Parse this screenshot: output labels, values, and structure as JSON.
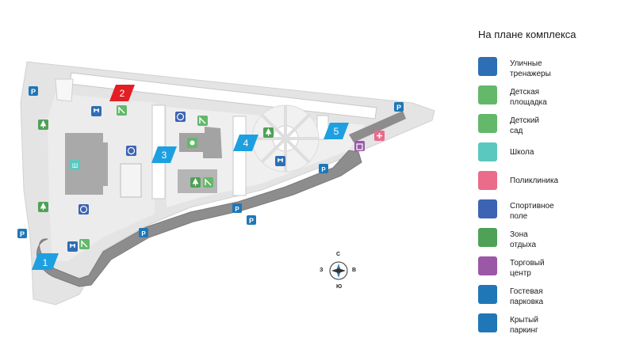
{
  "legend": {
    "title": "На плане комплекса",
    "items": [
      {
        "icon": "workout-equipment-icon",
        "color": "#2e6eb5",
        "line1": "Уличные",
        "line2": "тренажеры"
      },
      {
        "icon": "playground-slide-icon",
        "color": "#63b86a",
        "line1": "Детская",
        "line2": "площадка"
      },
      {
        "icon": "kindergarten-bear-icon",
        "color": "#63b86a",
        "line1": "Детский",
        "line2": "сад"
      },
      {
        "icon": "school-book-icon",
        "color": "#5bc8c0",
        "line1": "Школа",
        "line2": ""
      },
      {
        "icon": "clinic-cross-icon",
        "color": "#ea6b8a",
        "line1": "Поликлиника",
        "line2": ""
      },
      {
        "icon": "sports-field-ball-icon",
        "color": "#3d63b3",
        "line1": "Спортивное",
        "line2": "поле"
      },
      {
        "icon": "recreation-tree-icon",
        "color": "#4fa156",
        "line1": "Зона",
        "line2": "отдыха"
      },
      {
        "icon": "shopping-bag-icon",
        "color": "#9b58a6",
        "line1": "Торговый",
        "line2": "центр"
      },
      {
        "icon": "guest-parking-icon",
        "color": "#1f77b7",
        "line1": "Гостевая",
        "line2": "парковка"
      },
      {
        "icon": "covered-parking-icon",
        "color": "#1f77b7",
        "line1": "Крытый",
        "line2": "паркинг"
      }
    ]
  },
  "buildings": [
    {
      "number": "1",
      "color": "#1ea0e0",
      "highlighted": false
    },
    {
      "number": "2",
      "color": "#e31e24",
      "highlighted": true
    },
    {
      "number": "3",
      "color": "#1ea0e0",
      "highlighted": false
    },
    {
      "number": "4",
      "color": "#1ea0e0",
      "highlighted": false
    },
    {
      "number": "5",
      "color": "#1ea0e0",
      "highlighted": false
    }
  ],
  "compass": {
    "north": "С",
    "south": "Ю",
    "west": "З",
    "east": "В"
  },
  "parking_symbol": "P",
  "school_symbol": "Ш"
}
